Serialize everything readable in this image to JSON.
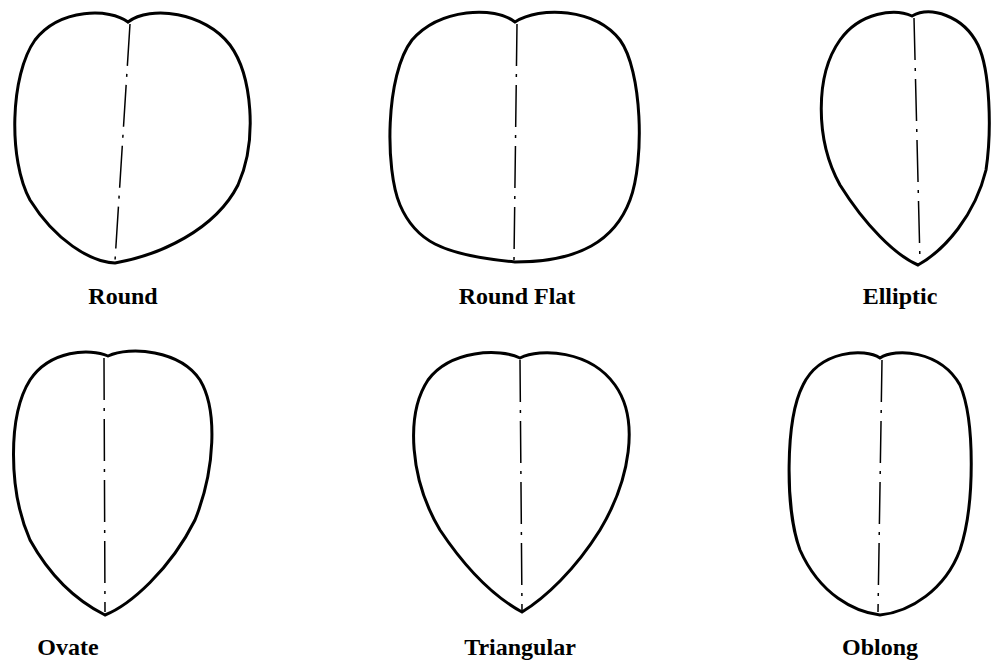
{
  "diagram": {
    "labels": [
      "Round",
      "Round Flat",
      "Elliptic",
      "Ovate",
      "Triangular",
      "Oblong"
    ]
  }
}
